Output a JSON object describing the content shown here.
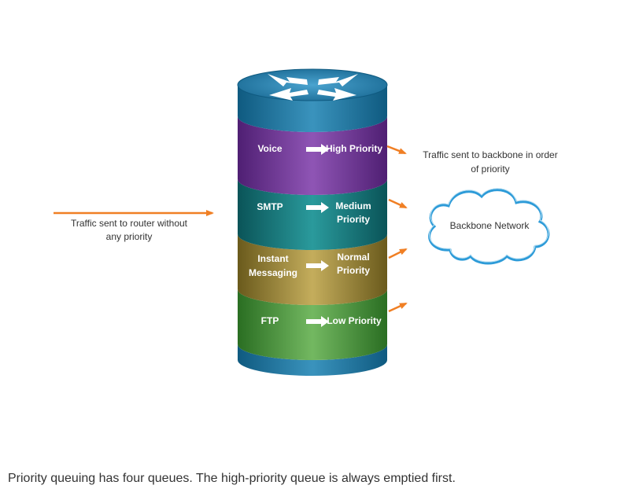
{
  "colors": {
    "top_cap": "#1a6a94",
    "voice": "#6b3192",
    "smtp": "#0e6a6e",
    "instant_messaging": "#8a7a2e",
    "ftp": "#3a8a2e",
    "bottom_cap": "#1a6a94",
    "arrow": "#f07f24",
    "cloud_stroke": "#2d9bd8",
    "text": "#333333"
  },
  "icons": {
    "router": "router-icon",
    "cloud": "cloud-icon"
  },
  "input": {
    "label_line1": "Traffic sent to router without",
    "label_line2": "any priority"
  },
  "queues": [
    {
      "name": "Voice",
      "priority_line1": "High Priority",
      "priority_line2": ""
    },
    {
      "name": "SMTP",
      "priority_line1": "Medium",
      "priority_line2": "Priority"
    },
    {
      "name_line1": "Instant",
      "name_line2": "Messaging",
      "priority_line1": "Normal",
      "priority_line2": "Priority"
    },
    {
      "name": "FTP",
      "priority_line1": "Low Priority",
      "priority_line2": ""
    }
  ],
  "output": {
    "label_line1": "Traffic sent to backbone in order",
    "label_line2": "of priority"
  },
  "backbone": {
    "label": "Backbone Network"
  },
  "caption": "Priority queuing has four queues. The high-priority queue is always emptied first."
}
